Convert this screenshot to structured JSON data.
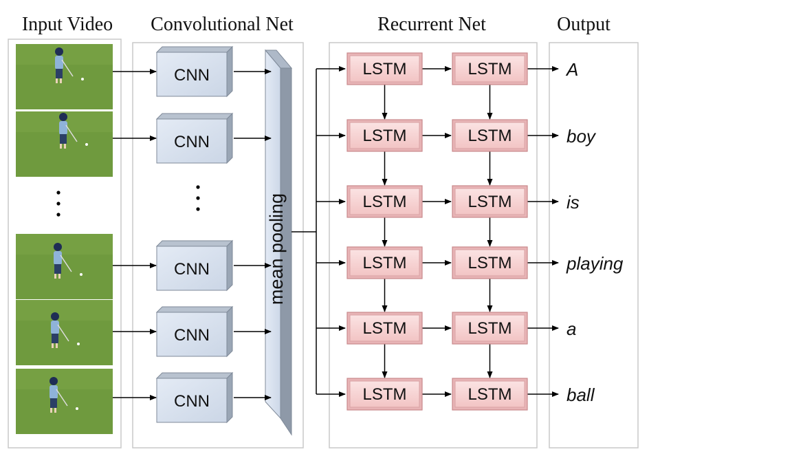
{
  "headers": {
    "input": "Input Video",
    "cnn": "Convolutional Net",
    "rnn": "Recurrent Net",
    "output": "Output"
  },
  "cnn_label": "CNN",
  "lstm_label": "LSTM",
  "pooling_label": "mean pooling",
  "outputs": [
    "A",
    "boy",
    "is",
    "playing",
    "a",
    "ball"
  ],
  "colors": {
    "cnn_face": "#d8e2ef",
    "cnn_side": "#9aa6b5",
    "cnn_top": "#b8c2cf",
    "lstm_face": "#f6cfcf",
    "lstm_border": "#c9898c",
    "grass": "#6f9a3e",
    "panel_border": "#c9c9c9",
    "arrow": "#000000"
  }
}
